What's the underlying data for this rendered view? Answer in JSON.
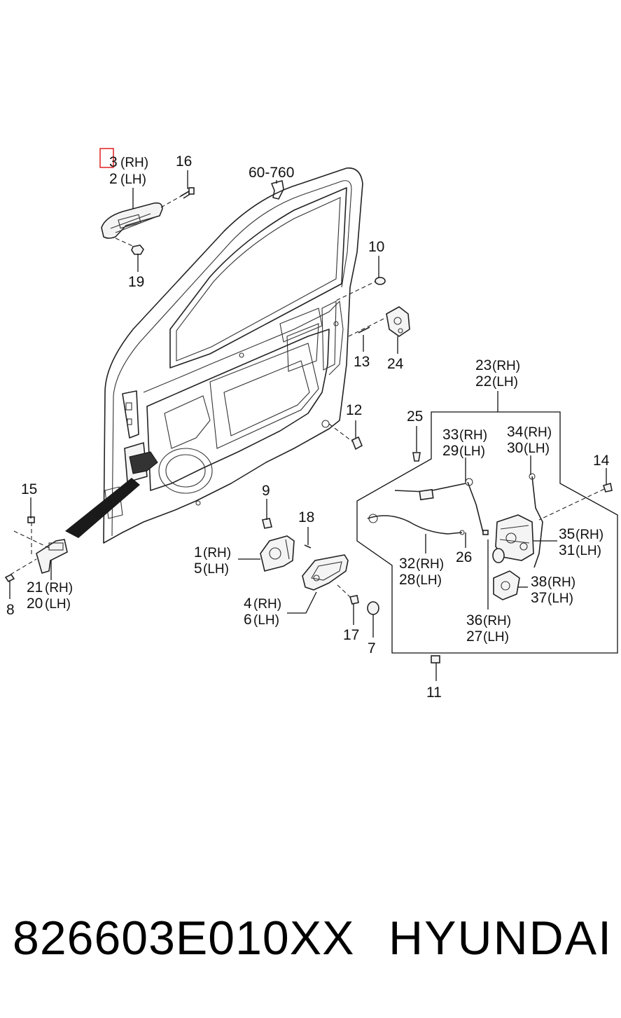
{
  "callouts": {
    "c3": "3",
    "c3_rh": "(RH)",
    "c2": "2",
    "c2_lh": "(LH)",
    "c16": "16",
    "c19": "19",
    "c60760": "60-760",
    "c10": "10",
    "c13": "13",
    "c24": "24",
    "c12": "12",
    "c23": "23",
    "c23_rh": "(RH)",
    "c22": "22",
    "c22_lh": "(LH)",
    "c25": "25",
    "c33": "33",
    "c33_rh": "(RH)",
    "c29": "29",
    "c29_lh": "(LH)",
    "c34": "34",
    "c34_rh": "(RH)",
    "c30": "30",
    "c30_lh": "(LH)",
    "c14": "14",
    "c35": "35",
    "c35_rh": "(RH)",
    "c31": "31",
    "c31_lh": "(LH)",
    "c32": "32",
    "c32_rh": "(RH)",
    "c28": "28",
    "c28_lh": "(LH)",
    "c26": "26",
    "c38": "38",
    "c38_rh": "(RH)",
    "c37": "37",
    "c37_lh": "(LH)",
    "c36": "36",
    "c36_rh": "(RH)",
    "c27": "27",
    "c27_lh": "(LH)",
    "c11": "11",
    "c9": "9",
    "c18": "18",
    "c1": "1",
    "c1_rh": "(RH)",
    "c5": "5",
    "c5_lh": "(LH)",
    "c4": "4",
    "c4_rh": "(RH)",
    "c6": "6",
    "c6_lh": "(LH)",
    "c17": "17",
    "c7": "7",
    "c15": "15",
    "c21": "21",
    "c21_rh": "(RH)",
    "c20": "20",
    "c20_lh": "(LH)",
    "c8": "8"
  },
  "highlight": {
    "color": "#e02020",
    "target": "3"
  },
  "footer": {
    "part_number": "826603E010XX",
    "brand": "HYUNDAI"
  }
}
